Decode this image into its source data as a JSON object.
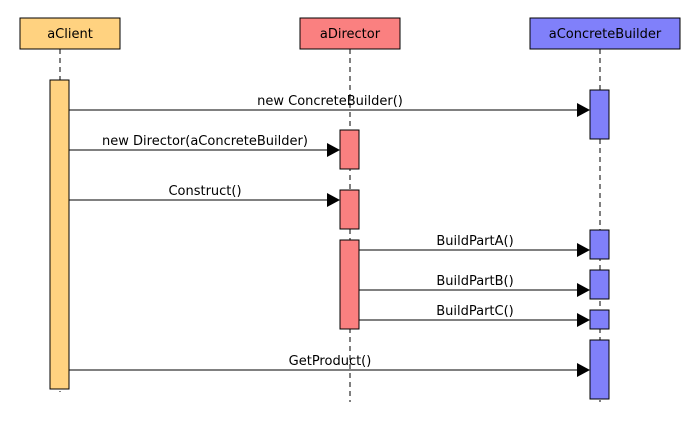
{
  "colors": {
    "client": "#ffd280",
    "director": "#fa8080",
    "builder": "#8080fa"
  },
  "participants": [
    {
      "key": "client",
      "label": "aClient"
    },
    {
      "key": "director",
      "label": "aDirector"
    },
    {
      "key": "builder",
      "label": "aConcreteBuilder"
    }
  ],
  "messages": [
    {
      "from": "client",
      "to": "builder",
      "label": "new ConcreteBuilder()"
    },
    {
      "from": "client",
      "to": "director",
      "label": "new Director(aConcreteBuilder)"
    },
    {
      "from": "client",
      "to": "director",
      "label": "Construct()"
    },
    {
      "from": "director",
      "to": "builder",
      "label": "BuildPartA()"
    },
    {
      "from": "director",
      "to": "builder",
      "label": "BuildPartB()"
    },
    {
      "from": "director",
      "to": "builder",
      "label": "BuildPartC()"
    },
    {
      "from": "client",
      "to": "builder",
      "label": "GetProduct()"
    }
  ]
}
